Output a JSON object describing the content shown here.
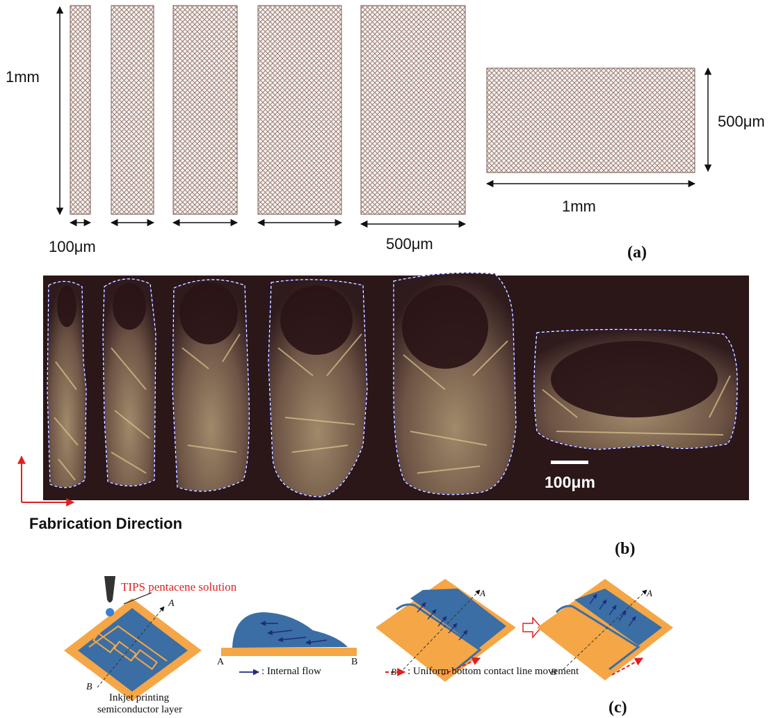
{
  "panel_a": {
    "label": "(a)",
    "dims": {
      "height_label": "1mm",
      "width_100_label": "100μm",
      "width_500_label": "500μm",
      "rect_height_label": "500μm",
      "rect_width_label": "1mm"
    }
  },
  "panel_b": {
    "label": "(b)",
    "scale_bar": "100μm",
    "direction_label": "Fabrication Direction"
  },
  "panel_c": {
    "label": "(c)",
    "solution_label": "TIPS pentacene solution",
    "printing_caption_line1": "Inkjet printing",
    "printing_caption_line2": "semiconductor layer",
    "point_a": "A",
    "point_b": "B",
    "internal_flow_legend": ": Internal flow",
    "contact_line_legend": ": Uniform bottom contact line movement"
  },
  "colors": {
    "hatch": "#8a6a62",
    "micrograph_bg": "#2b1618",
    "crystal": "#c9ae7a",
    "outline": "#1e1e8c",
    "substrate": "#f5a646",
    "semiconductor": "#3a6ea5",
    "solution_red": "#e02020"
  }
}
